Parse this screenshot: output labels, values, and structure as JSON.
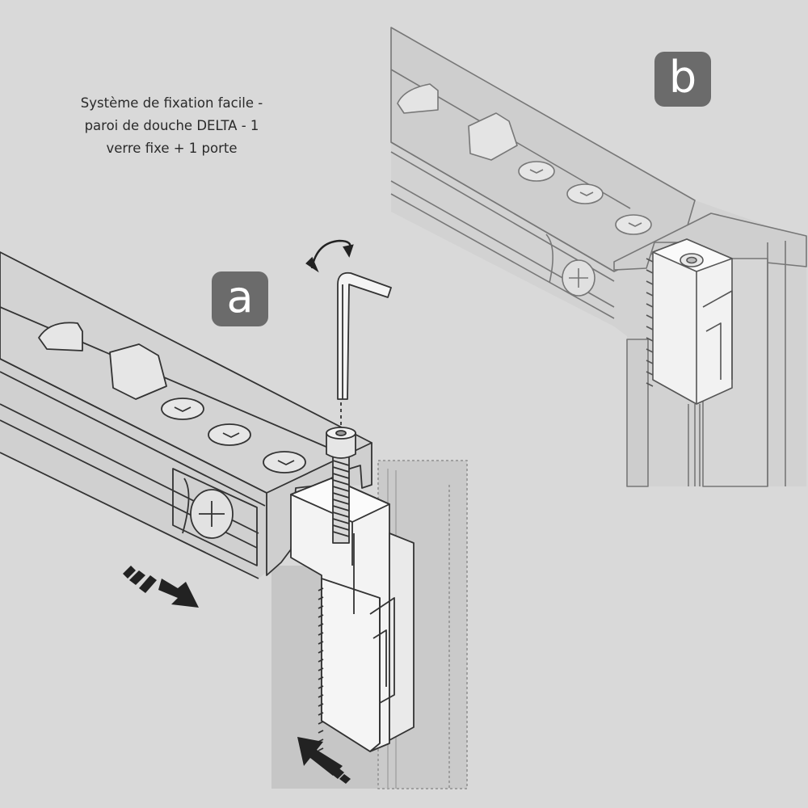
{
  "caption": {
    "line1": "Système de fixation facile -",
    "line2": "paroi de douche DELTA - 1",
    "line3": "verre fixe + 1 porte"
  },
  "labels": {
    "step_a": "a",
    "step_b": "b"
  },
  "colors": {
    "background": "#d9d9d9",
    "badge": "#6b6b6b",
    "line": "#333333",
    "arrow": "#222222"
  },
  "icons": [
    "allen-key-icon",
    "rotate-arrow-icon",
    "slide-arrow-icon",
    "push-arrow-icon",
    "screw-icon"
  ]
}
